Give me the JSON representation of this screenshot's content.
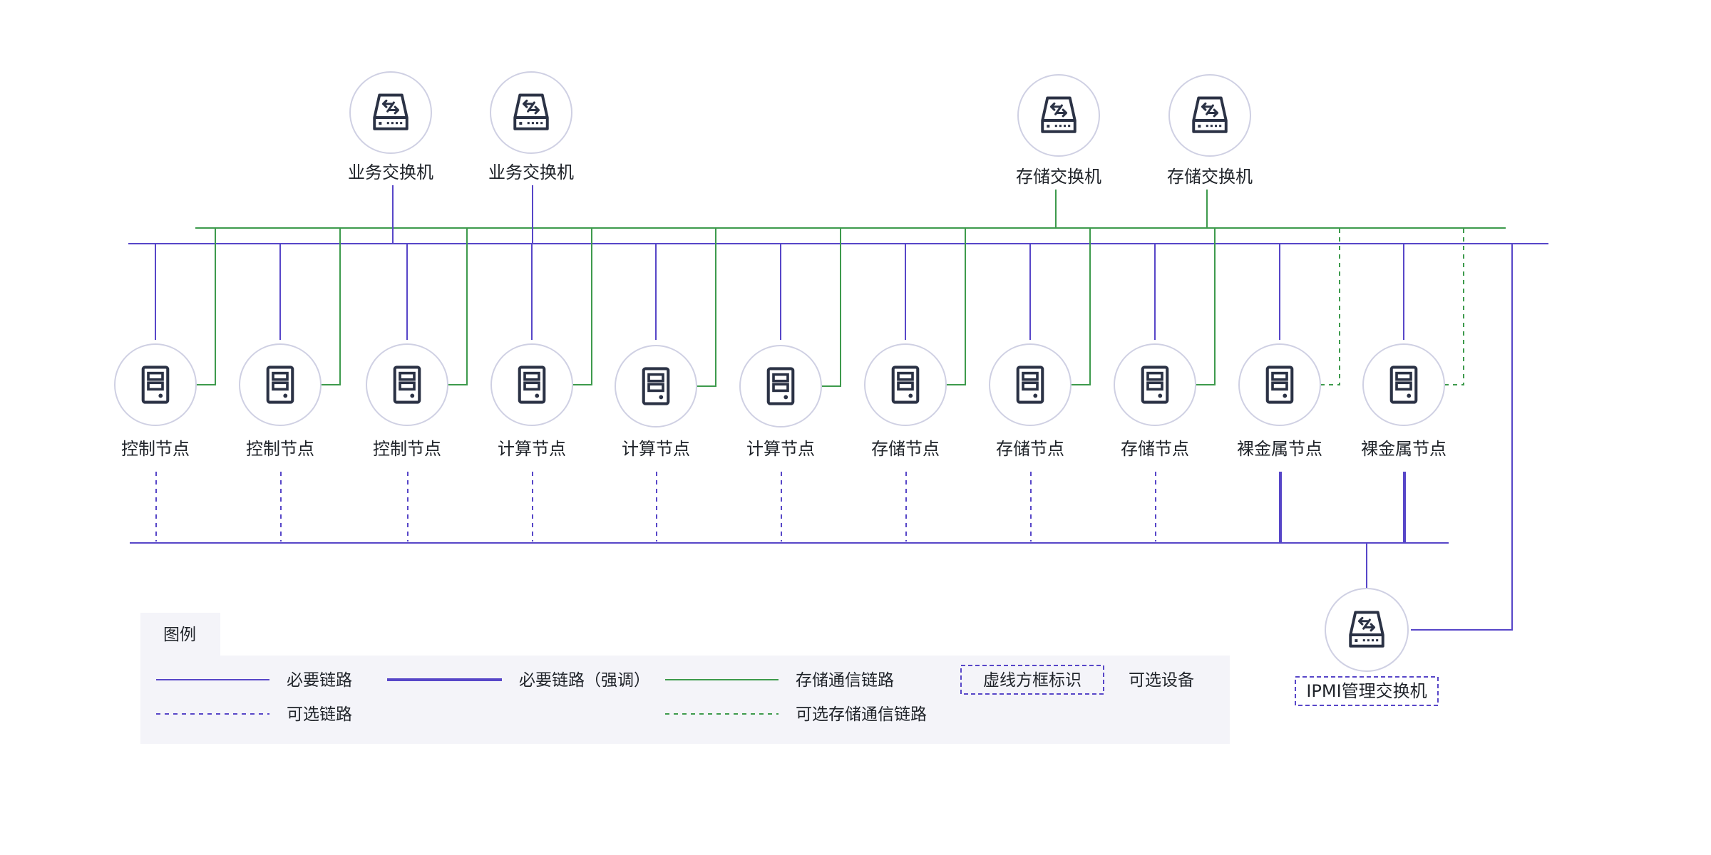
{
  "colors": {
    "required": "#5746c8",
    "storage": "#3d9a4c",
    "circle_stroke": "#cfd0e3",
    "icon": "#2b3245",
    "legend_bg": "#f4f4f9"
  },
  "switches": {
    "business": [
      {
        "label": "业务交换机",
        "icon": "switch-icon"
      },
      {
        "label": "业务交换机",
        "icon": "switch-icon"
      }
    ],
    "storage": [
      {
        "label": "存储交换机",
        "icon": "switch-icon"
      },
      {
        "label": "存储交换机",
        "icon": "switch-icon"
      }
    ],
    "ipmi": {
      "label": "IPMI管理交换机",
      "icon": "switch-icon",
      "optional": true
    }
  },
  "nodes": [
    {
      "label": "控制节点",
      "icon": "server-icon",
      "storage_link": "required",
      "ipmi_link": "optional"
    },
    {
      "label": "控制节点",
      "icon": "server-icon",
      "storage_link": "required",
      "ipmi_link": "optional"
    },
    {
      "label": "控制节点",
      "icon": "server-icon",
      "storage_link": "required",
      "ipmi_link": "optional"
    },
    {
      "label": "计算节点",
      "icon": "server-icon",
      "storage_link": "required",
      "ipmi_link": "optional"
    },
    {
      "label": "计算节点",
      "icon": "server-icon",
      "storage_link": "required",
      "ipmi_link": "optional"
    },
    {
      "label": "计算节点",
      "icon": "server-icon",
      "storage_link": "required",
      "ipmi_link": "optional"
    },
    {
      "label": "存储节点",
      "icon": "server-icon",
      "storage_link": "required",
      "ipmi_link": "optional"
    },
    {
      "label": "存储节点",
      "icon": "server-icon",
      "storage_link": "required",
      "ipmi_link": "optional"
    },
    {
      "label": "存储节点",
      "icon": "server-icon",
      "storage_link": "required",
      "ipmi_link": "optional"
    },
    {
      "label": "裸金属节点",
      "icon": "server-icon",
      "storage_link": "optional",
      "ipmi_link": "emphasized"
    },
    {
      "label": "裸金属节点",
      "icon": "server-icon",
      "storage_link": "optional",
      "ipmi_link": "emphasized"
    }
  ],
  "legend": {
    "title": "图例",
    "items": {
      "required": "必要链路",
      "required_emphasized": "必要链路（强调）",
      "storage": "存储通信链路",
      "dashed_box": "虚线方框标识",
      "optional_device": "可选设备",
      "optional": "可选链路",
      "optional_storage": "可选存储通信链路"
    }
  }
}
